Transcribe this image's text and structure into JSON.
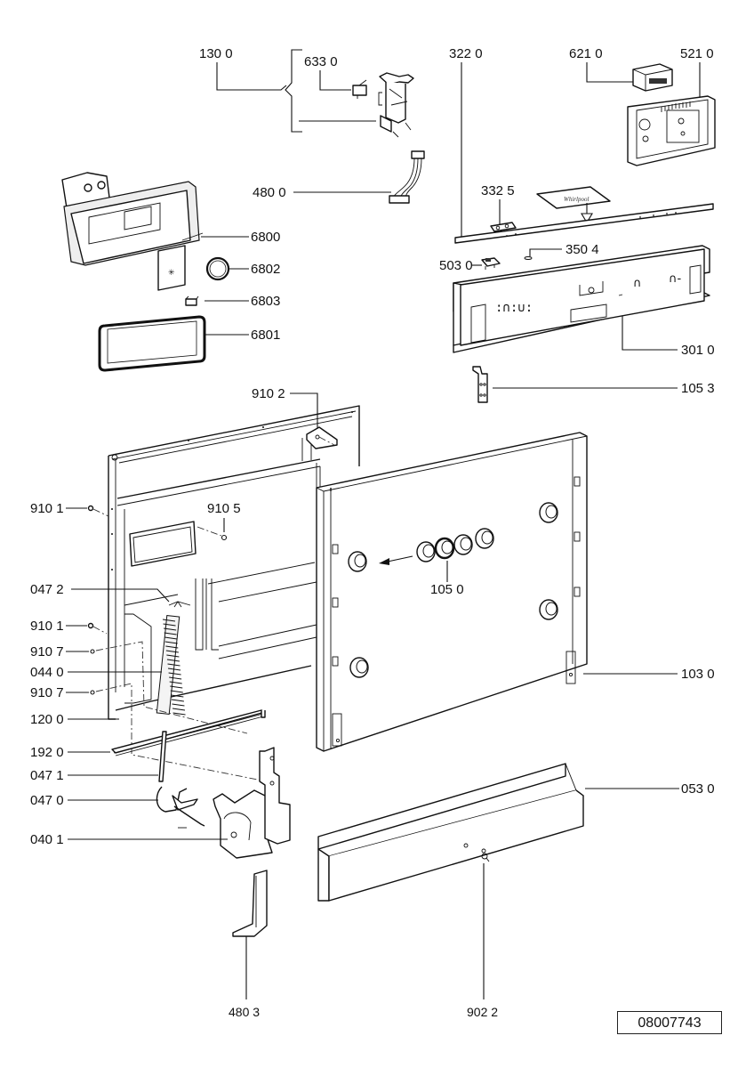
{
  "diagram": {
    "title": "Door assembly exploded parts diagram",
    "reference_number": "08007743",
    "callouts": {
      "c1300": "130 0",
      "c6330": "633 0",
      "c3220": "322  0",
      "c6210": "621 0",
      "c5210": "521 0",
      "c4800": "480 0",
      "c6800": "6800",
      "c6802": "6802",
      "c6803": "6803",
      "c6801": "6801",
      "c3325": "332 5",
      "c3504": "350 4",
      "c5030": "503  0",
      "c3010": "301 0",
      "c1053": "105 3",
      "c9102": "910 2",
      "c9101a": "910 1",
      "c9105": "910 5",
      "c0472": "047 2",
      "c9101b": "910 1",
      "c9107a": "910 7",
      "c0440": "044 0",
      "c9107b": "910 7",
      "c1200": "120 0",
      "c1920": "192 0",
      "c0471": "047 1",
      "c0470": "047 0",
      "c0401": "040 1",
      "c1050": "105 0",
      "c1030": "103 0",
      "c0530": "053 0",
      "c4803": "480 3",
      "c9022": "902 2"
    },
    "parts": [
      "door-lock-assembly-1300",
      "micro-switch-6330",
      "control-panel-strip-3220",
      "electronic-module-6210",
      "control-board-5210",
      "wiring-harness-4800",
      "door-latch-6800",
      "ring-seal-6802",
      "clip-6803",
      "gasket-6801",
      "bracket-3325",
      "logo-plate",
      "light-pipe-3504",
      "switch-5030",
      "control-panel-fascia-3010",
      "bracket-1053",
      "inner-door-panel",
      "outer-door-panel-1030",
      "buttons-1050",
      "spring-0440",
      "hinge-0401",
      "kickplate-0530",
      "foot-bracket-4803"
    ]
  }
}
